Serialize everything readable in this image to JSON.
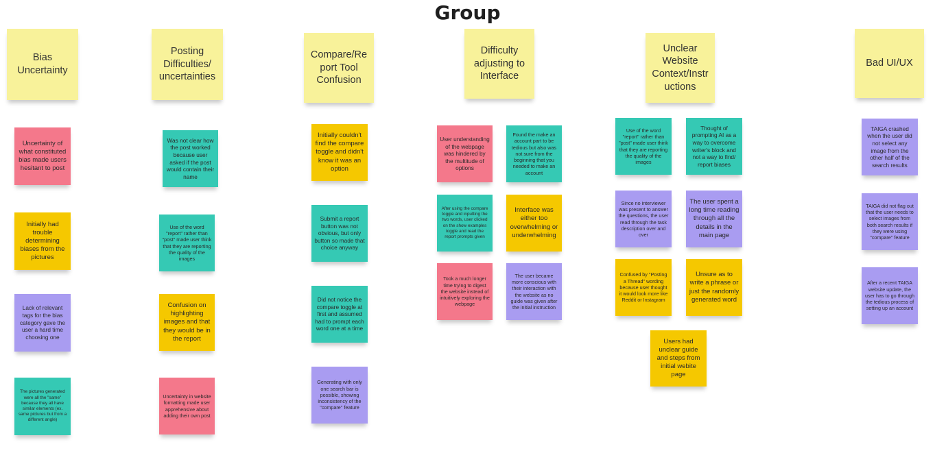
{
  "board": {
    "title": "Group"
  },
  "headers": [
    "Bias Uncertainty",
    "Posting Difficulties/ uncertainties",
    "Compare/Re port Tool Confusion",
    "Difficulty adjusting to Interface",
    "Unclear Website Context/Instr uctions",
    "Bad UI/UX"
  ],
  "notes": [
    "Uncertainty of what constituted bias made users hesitant to post",
    "Initially had trouble determining biases from the pictures",
    "Lack of relevant tags for the bias category gave the user a hard time choosing one",
    "The pictures generated were all the \"same\" because they all have similar elements (ex. same pictures but from a different angle)",
    "Was not clear how the post worked because user asked if the post would contain their name",
    "Use of the word \"report\" rather than \"post\" made user think that they are reporting the quality of the images",
    "Confusion on highlighting images and that they would be in the report",
    "Uncertainty in website formatting made user apprehensive about adding their own post",
    "Initially couldn't find the compare toggle and didn't know it was an option",
    "Submit a report button was not obvious, but only button so made that choice anyway",
    "Did not notice the compare toggle at first and assumed had to prompt each word one at a time",
    "Generating with only one search bar is possible, showing inconsistency of the \"compare\" feature",
    "User understanding of the webpage was hindered by the multitude of options",
    "Found the make an account part to be tedious but also was not sure from the beginning that you needed to make an account",
    "After using the compare toggle and inputting the two words, user clicked on the show examples toggle and read the report prompts given",
    "Interface was either too overwhelming or underwhelming",
    "Took a much longer time trying to digest the website instead of intuitively exploring the webpage",
    "The user became more conscious with their interaction with the website as no guide was given after the initial instruction",
    "Use of the word \"report\" rather than \"post\" made user think that they are reporting the quality of the images",
    "Thought of prompting AI as a way to overcome writer's block and not a way to find/ report biases",
    "Since no interviewer was present to answer the questions, the user read through the task description over and over",
    "The user spent a long time reading through all the details in the main page",
    "Confused by \"Posting a Thread\" wording because user thought it would look more like Reddit or Instagram",
    "Unsure as to write a phrase or just the randomly generated word",
    "Users had unclear guide and steps from initial webite page",
    "TAIGA crashed when the user did not select any image from the other half of the search results",
    "TAIGA did not flag out that the user needs to select images from both search results if they were using \"compare\" feature",
    "After a recent TAIGA website update, the user has to go through the tedious process of setting up an account"
  ],
  "colors": {
    "header": "#f8f29a",
    "pink": "#f4788b",
    "yellow": "#f5c800",
    "teal": "#35c9b4",
    "purple": "#a99cf1"
  }
}
